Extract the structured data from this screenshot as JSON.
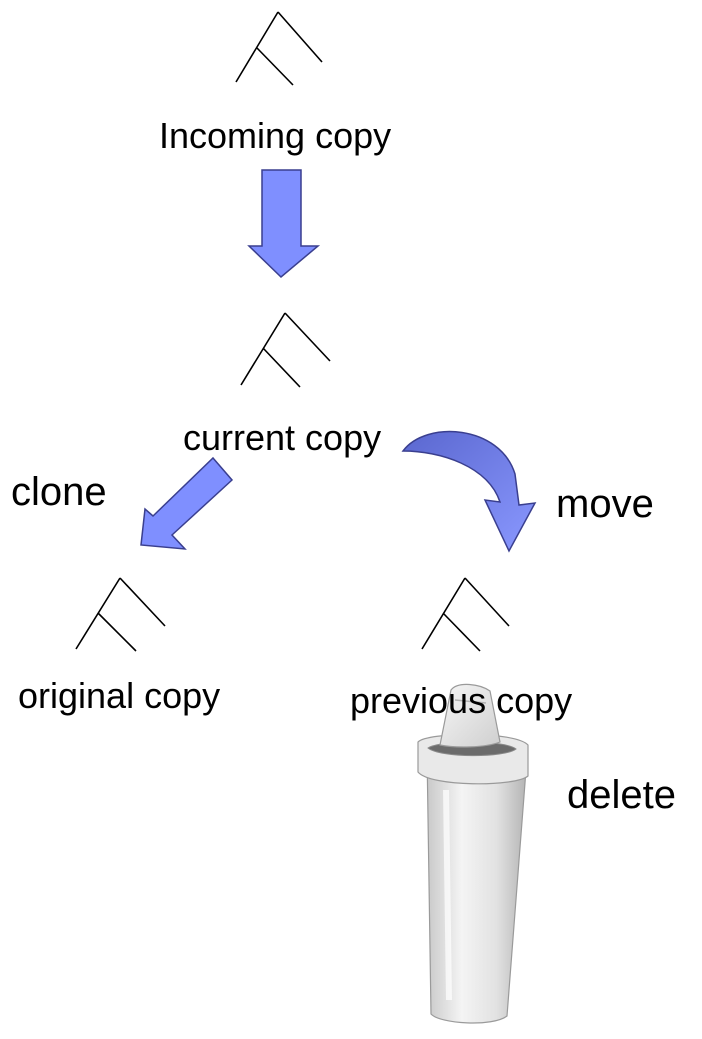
{
  "nodes": {
    "incoming": {
      "label": "Incoming copy"
    },
    "current": {
      "label": "current copy"
    },
    "original": {
      "label": "original copy"
    },
    "previous": {
      "label": "previous copy"
    }
  },
  "operations": {
    "clone": {
      "label": "clone"
    },
    "move": {
      "label": "move"
    },
    "delete": {
      "label": "delete"
    }
  },
  "colors": {
    "arrow_fill": "#7f8fff",
    "arrow_outline": "#3a3f8f",
    "arrow_dark": "#5f6fd6",
    "tree_line": "#000000",
    "text": "#000000"
  },
  "icons": {
    "tree": "tree-icon",
    "trash": "trash-can-icon"
  }
}
